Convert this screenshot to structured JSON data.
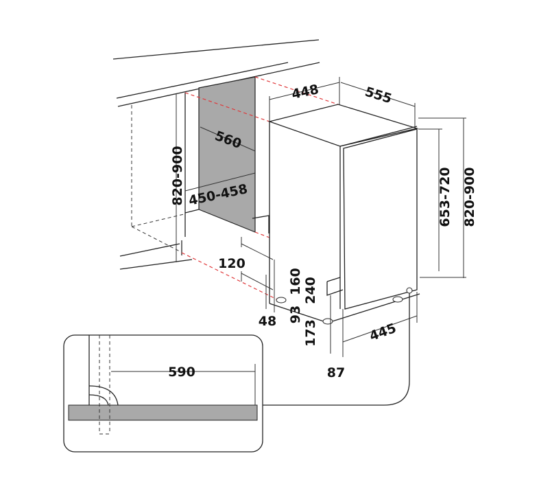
{
  "diagram": {
    "dimensions": {
      "appliance_width": "448",
      "appliance_depth": "555",
      "niche_depth": "560",
      "niche_width": "450-458",
      "niche_height": "820-900",
      "door_panel_height": "653-720",
      "appliance_height": "820-900",
      "plinth_height": "120",
      "foot_setback": "48",
      "dim_160": "160",
      "dim_240": "240",
      "dim_93": "93",
      "dim_173": "173",
      "base_depth": "445",
      "door_offset": "87",
      "door_clearance": "590"
    },
    "colors": {
      "panel": "#a9a9a9",
      "dashed_guides": "#e0383a",
      "line": "#222222"
    }
  }
}
